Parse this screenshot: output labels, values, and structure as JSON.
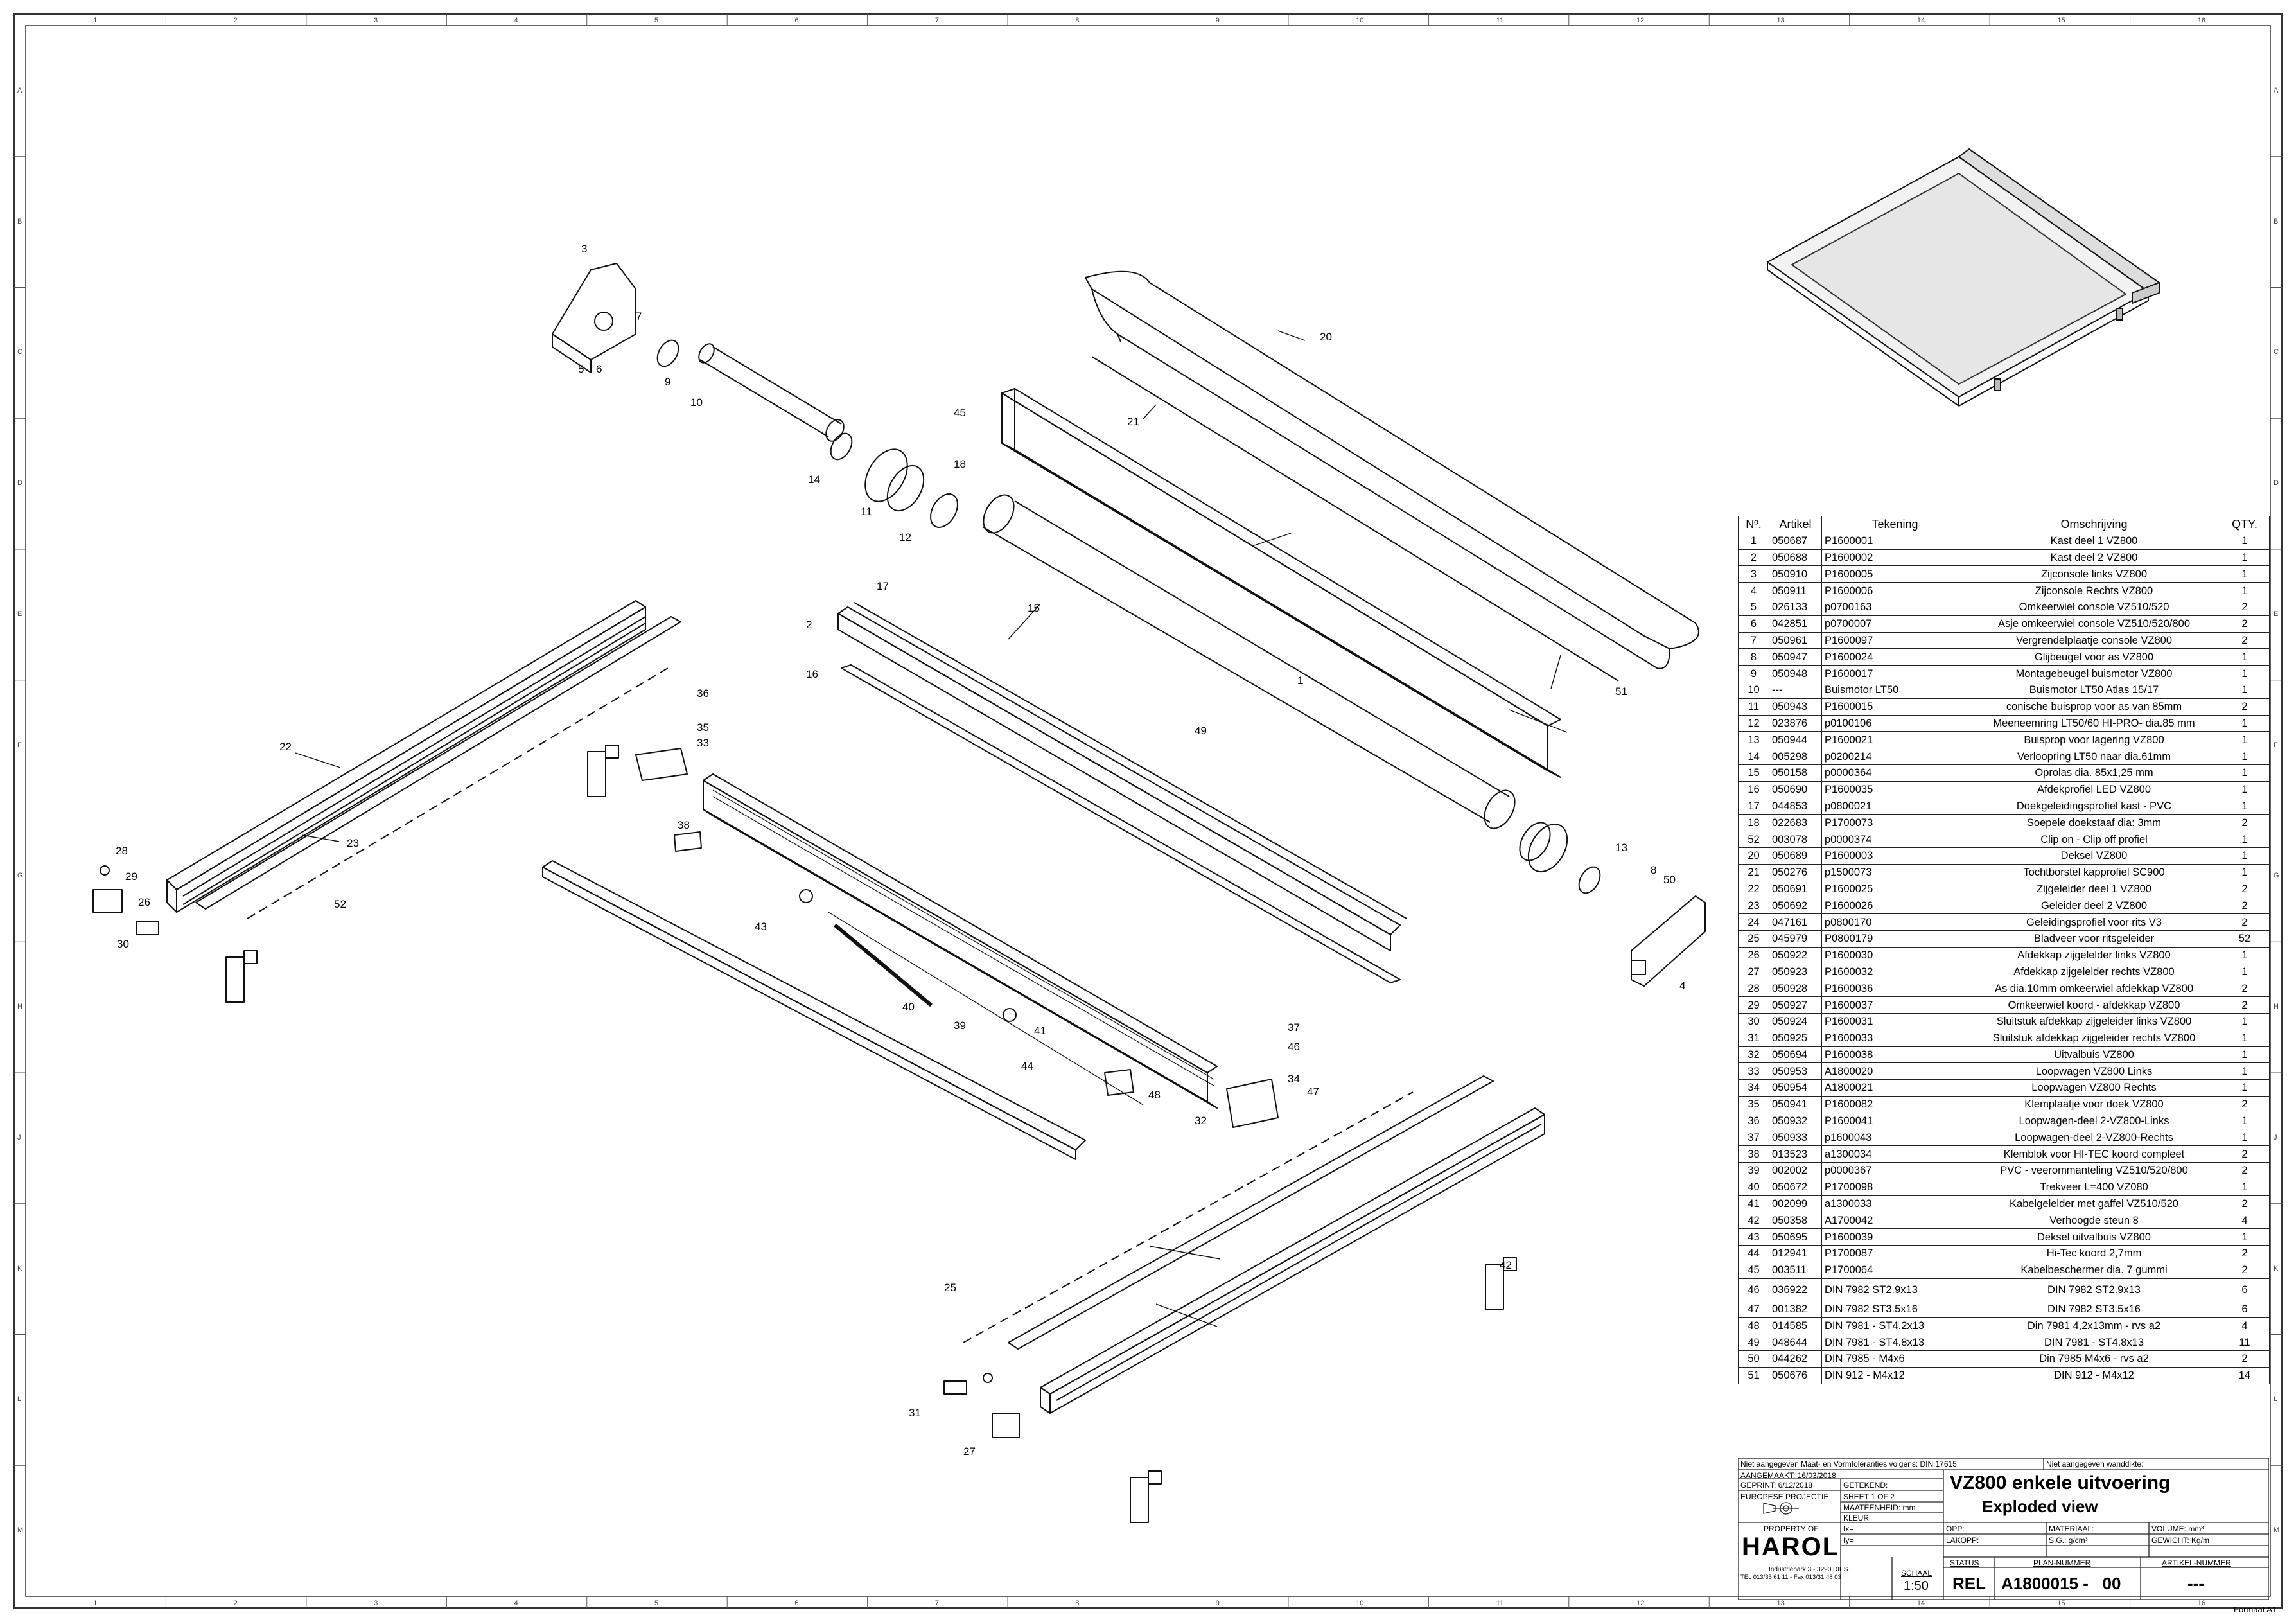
{
  "callouts": [
    "1",
    "2",
    "3",
    "4",
    "5",
    "6",
    "7",
    "8",
    "9",
    "10",
    "11",
    "12",
    "13",
    "14",
    "15",
    "16",
    "17",
    "18",
    "20",
    "21",
    "22",
    "23",
    "25",
    "26",
    "27",
    "28",
    "29",
    "30",
    "31",
    "32",
    "33",
    "34",
    "35",
    "36",
    "37",
    "38",
    "39",
    "40",
    "41",
    "42",
    "43",
    "44",
    "45",
    "46",
    "47",
    "48",
    "49",
    "50",
    "51",
    "52"
  ],
  "bom": {
    "headers": {
      "no": "Nº.",
      "artikel": "Artikel",
      "tekening": "Tekening",
      "omschrijving": "Omschrijving",
      "qty": "QTY."
    },
    "rows": [
      {
        "no": "1",
        "artikel": "050687",
        "tekening": "P1600001",
        "omschrijving": "Kast deel 1  VZ800",
        "qty": "1"
      },
      {
        "no": "2",
        "artikel": "050688",
        "tekening": "P1600002",
        "omschrijving": "Kast deel 2  VZ800",
        "qty": "1"
      },
      {
        "no": "3",
        "artikel": "050910",
        "tekening": "P1600005",
        "omschrijving": "Zijconsole links  VZ800",
        "qty": "1"
      },
      {
        "no": "4",
        "artikel": "050911",
        "tekening": "P1600006",
        "omschrijving": "Zijconsole Rechts  VZ800",
        "qty": "1"
      },
      {
        "no": "5",
        "artikel": "026133",
        "tekening": "p0700163",
        "omschrijving": "Omkeerwiel console VZ510/520",
        "qty": "2"
      },
      {
        "no": "6",
        "artikel": "042851",
        "tekening": "p0700007",
        "omschrijving": "Asje omkeerwiel console VZ510/520/800",
        "qty": "2"
      },
      {
        "no": "7",
        "artikel": "050961",
        "tekening": "P1600097",
        "omschrijving": "Vergrendelplaatje console  VZ800",
        "qty": "2"
      },
      {
        "no": "8",
        "artikel": "050947",
        "tekening": "P1600024",
        "omschrijving": "Glijbeugel voor as  VZ800",
        "qty": "1"
      },
      {
        "no": "9",
        "artikel": "050948",
        "tekening": "P1600017",
        "omschrijving": "Montagebeugel buismotor  VZ800",
        "qty": "1"
      },
      {
        "no": "10",
        "artikel": "---",
        "tekening": "Buismotor LT50",
        "omschrijving": "Buismotor LT50  Atlas 15/17",
        "qty": "1"
      },
      {
        "no": "11",
        "artikel": "050943",
        "tekening": "P1600015",
        "omschrijving": "conische buisprop voor as van 85mm",
        "qty": "2"
      },
      {
        "no": "12",
        "artikel": "023876",
        "tekening": "p0100106",
        "omschrijving": "Meeneemring LT50/60 HI-PRO- dia.85 mm",
        "qty": "1"
      },
      {
        "no": "13",
        "artikel": "050944",
        "tekening": "P1600021",
        "omschrijving": "Buisprop voor lagering  VZ800",
        "qty": "1"
      },
      {
        "no": "14",
        "artikel": "005298",
        "tekening": "p0200214",
        "omschrijving": "Verloopring LT50 naar dia.61mm",
        "qty": "1"
      },
      {
        "no": "15",
        "artikel": "050158",
        "tekening": "p0000364",
        "omschrijving": "Oprolas dia. 85x1,25 mm",
        "qty": "1"
      },
      {
        "no": "16",
        "artikel": "050690",
        "tekening": "P1600035",
        "omschrijving": "Afdekprofiel LED  VZ800",
        "qty": "1"
      },
      {
        "no": "17",
        "artikel": "044853",
        "tekening": "p0800021",
        "omschrijving": "Doekgeleidingsprofiel kast - PVC",
        "qty": "1"
      },
      {
        "no": "18",
        "artikel": "022683",
        "tekening": "P1700073",
        "omschrijving": "Soepele doekstaaf dia: 3mm",
        "qty": "2"
      },
      {
        "no": "52",
        "artikel": "003078",
        "tekening": "p0000374",
        "omschrijving": "Clip on - Clip off profiel",
        "qty": "1"
      },
      {
        "no": "20",
        "artikel": "050689",
        "tekening": "P1600003",
        "omschrijving": "Deksel  VZ800",
        "qty": "1"
      },
      {
        "no": "21",
        "artikel": "050276",
        "tekening": "p1500073",
        "omschrijving": "Tochtborstel kapprofiel  SC900",
        "qty": "1"
      },
      {
        "no": "22",
        "artikel": "050691",
        "tekening": "P1600025",
        "omschrijving": "Zijgelelder deel 1  VZ800",
        "qty": "2"
      },
      {
        "no": "23",
        "artikel": "050692",
        "tekening": "P1600026",
        "omschrijving": "Geleider deel 2  VZ800",
        "qty": "2"
      },
      {
        "no": "24",
        "artikel": "047161",
        "tekening": "p0800170",
        "omschrijving": "Geleidingsprofiel voor rits V3",
        "qty": "2"
      },
      {
        "no": "25",
        "artikel": "045979",
        "tekening": "P0800179",
        "omschrijving": "Bladveer voor ritsgeleider",
        "qty": "52"
      },
      {
        "no": "26",
        "artikel": "050922",
        "tekening": "P1600030",
        "omschrijving": "Afdekkap zijgelelder links  VZ800",
        "qty": "1"
      },
      {
        "no": "27",
        "artikel": "050923",
        "tekening": "P1600032",
        "omschrijving": "Afdekkap zijgelelder rechts  VZ800",
        "qty": "1"
      },
      {
        "no": "28",
        "artikel": "050928",
        "tekening": "P1600036",
        "omschrijving": "As dia.10mm omkeerwiel afdekkap  VZ800",
        "qty": "2"
      },
      {
        "no": "29",
        "artikel": "050927",
        "tekening": "P1600037",
        "omschrijving": "Omkeerwiel koord - afdekkap  VZ800",
        "qty": "2"
      },
      {
        "no": "30",
        "artikel": "050924",
        "tekening": "P1600031",
        "omschrijving": "Sluitstuk afdekkap zijgeleider links  VZ800",
        "qty": "1"
      },
      {
        "no": "31",
        "artikel": "050925",
        "tekening": "P1600033",
        "omschrijving": "Sluitstuk afdekkap zijgeleider rechts  VZ800",
        "qty": "1"
      },
      {
        "no": "32",
        "artikel": "050694",
        "tekening": "P1600038",
        "omschrijving": "Uitvalbuis  VZ800",
        "qty": "1"
      },
      {
        "no": "33",
        "artikel": "050953",
        "tekening": "A1800020",
        "omschrijving": "Loopwagen VZ800 Links",
        "qty": "1"
      },
      {
        "no": "34",
        "artikel": "050954",
        "tekening": "A1800021",
        "omschrijving": "Loopwagen VZ800 Rechts",
        "qty": "1"
      },
      {
        "no": "35",
        "artikel": "050941",
        "tekening": "P1600082",
        "omschrijving": "Klemplaatje voor doek  VZ800",
        "qty": "2"
      },
      {
        "no": "36",
        "artikel": "050932",
        "tekening": "P1600041",
        "omschrijving": "Loopwagen-deel 2-VZ800-Links",
        "qty": "1"
      },
      {
        "no": "37",
        "artikel": "050933",
        "tekening": "p1600043",
        "omschrijving": "Loopwagen-deel 2-VZ800-Rechts",
        "qty": "1"
      },
      {
        "no": "38",
        "artikel": "013523",
        "tekening": "a1300034",
        "omschrijving": "Klemblok voor HI-TEC koord compleet",
        "qty": "2"
      },
      {
        "no": "39",
        "artikel": "002002",
        "tekening": "p0000367",
        "omschrijving": "PVC - veerommanteling  VZ510/520/800",
        "qty": "2"
      },
      {
        "no": "40",
        "artikel": "050672",
        "tekening": "P1700098",
        "omschrijving": "Trekveer L=400  VZ080",
        "qty": "1"
      },
      {
        "no": "41",
        "artikel": "002099",
        "tekening": "a1300033",
        "omschrijving": "Kabelgelelder met gaffel VZ510/520",
        "qty": "2"
      },
      {
        "no": "42",
        "artikel": "050358",
        "tekening": "A1700042",
        "omschrijving": "Verhoogde steun 8",
        "qty": "4"
      },
      {
        "no": "43",
        "artikel": "050695",
        "tekening": "P1600039",
        "omschrijving": "Deksel uitvalbuis  VZ800",
        "qty": "1"
      },
      {
        "no": "44",
        "artikel": "012941",
        "tekening": "P1700087",
        "omschrijving": "Hi-Tec koord 2,7mm",
        "qty": "2"
      },
      {
        "no": "45",
        "artikel": "003511",
        "tekening": "P1700064",
        "omschrijving": "Kabelbeschermer dia. 7 gummi",
        "qty": "2"
      },
      {
        "no": "46",
        "artikel": "036922",
        "tekening": "DIN 7982 ST2.9x13",
        "omschrijving": "DIN 7982 ST2.9x13",
        "qty": "6",
        "tall": true
      },
      {
        "no": "47",
        "artikel": "001382",
        "tekening": "DIN 7982 ST3.5x16",
        "omschrijving": "DIN 7982 ST3.5x16",
        "qty": "6"
      },
      {
        "no": "48",
        "artikel": "014585",
        "tekening": "DIN 7981 - ST4.2x13",
        "omschrijving": "Din 7981 4,2x13mm - rvs a2",
        "qty": "4"
      },
      {
        "no": "49",
        "artikel": "048644",
        "tekening": "DIN 7981 - ST4.8x13",
        "omschrijving": "DIN 7981 - ST4.8x13",
        "qty": "11"
      },
      {
        "no": "50",
        "artikel": "044262",
        "tekening": "DIN 7985 - M4x6",
        "omschrijving": "Din 7985 M4x6 - rvs a2",
        "qty": "2"
      },
      {
        "no": "51",
        "artikel": "050676",
        "tekening": "DIN 912 - M4x12",
        "omschrijving": "DIN 912 - M4x12",
        "qty": "14"
      }
    ]
  },
  "title_block": {
    "tolerance_note": "Niet aangegeven Maat- en Vormtoleranties volgens: DIN 17615",
    "wall_thickness_note": "Niet aangegeven wanddikte:",
    "created": "AANGEMAAKT: 16/03/2018",
    "printed": "GEPRINT: 6/12/2018",
    "drawn_by": "GETEKEND:",
    "projection": "EUROPESE PROJECTIE",
    "sheet": "SHEET 1 OF 2",
    "units": "MAATEENHEID: mm",
    "colour": "KLEUR",
    "title_line1": "VZ800 enkele uitvoering",
    "title_line2": "Exploded view",
    "surface": "OPP:",
    "material": "MATERIAAL:",
    "volume": "VOLUME:  mm³",
    "lacquer_thickness": "LAKOPP:",
    "density": "S.G.:  g/cm³",
    "weight": "GEWICHT:  Kg/m",
    "ix": "Ix=",
    "iy": "Iy=",
    "property_of": "PROPERTY OF",
    "company": "HAROL",
    "address": "Industriepark 3 - 3290 DIEST",
    "phone": "TEL 013/35 61 11 - Fax 013/31 48 03",
    "scale_label": "SCHAAL",
    "scale_value": "1:50",
    "status_label": "STATUS",
    "status_value": "REL",
    "plan_label": "PLAN-NUMMER",
    "plan_value": "A1800015 - _00",
    "article_label": "ARTIKEL-NUMMER",
    "article_value": "---"
  },
  "format": "Formaat A1",
  "column_numbers": [
    "1",
    "2",
    "3",
    "4",
    "5",
    "6",
    "7",
    "8",
    "9",
    "10",
    "11",
    "12",
    "13",
    "14",
    "15",
    "16"
  ],
  "row_letters": [
    "A",
    "B",
    "C",
    "D",
    "E",
    "F",
    "G",
    "H",
    "J",
    "K",
    "L",
    "M"
  ]
}
